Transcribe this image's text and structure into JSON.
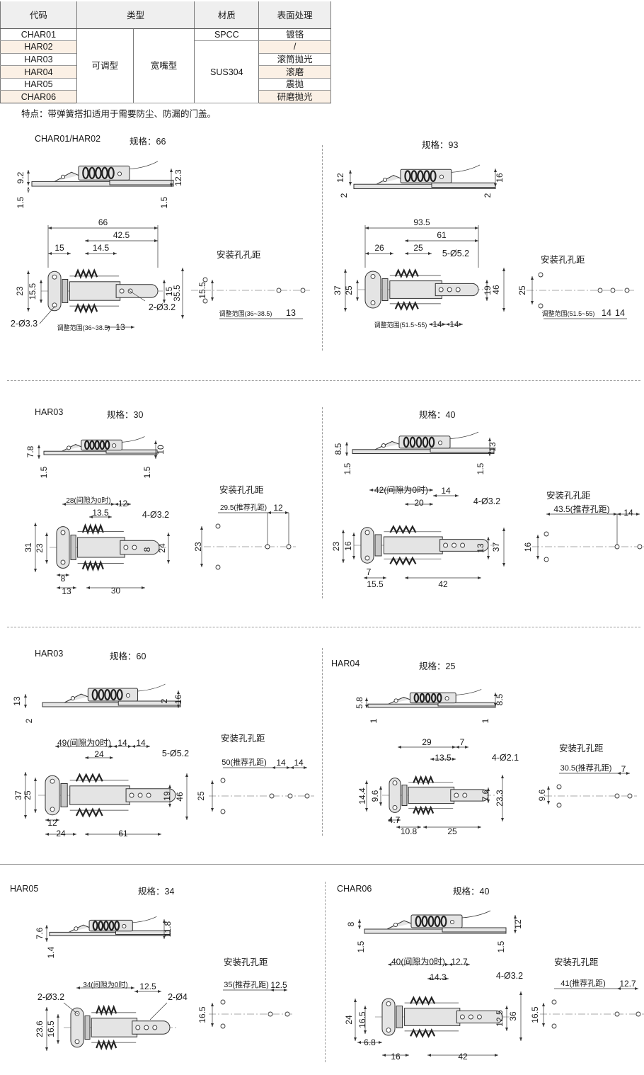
{
  "table": {
    "headers": {
      "code": "代码",
      "type": "类型",
      "material": "材质",
      "surface": "表面处理"
    },
    "type_values": [
      "可调型",
      "宽嘴型"
    ],
    "materials": [
      "SPCC",
      "SUS304"
    ],
    "rows": [
      {
        "code": "CHAR01",
        "surface": "镀铬"
      },
      {
        "code": "HAR02",
        "surface": "/"
      },
      {
        "code": "HAR03",
        "surface": "滚筒抛光"
      },
      {
        "code": "HAR04",
        "surface": "滚磨"
      },
      {
        "code": "HAR05",
        "surface": "震抛"
      },
      {
        "code": "CHAR06",
        "surface": "研磨抛光"
      }
    ]
  },
  "feature_note": "特点：带弹簧搭扣适用于需要防尘、防漏的门盖。",
  "hole_title": "安装孔孔距",
  "sections": [
    {
      "model": "CHAR01/HAR02",
      "spec": "规格：66",
      "side_dims": [
        "9.2",
        "1.5",
        "12.3",
        "1.5"
      ],
      "front_dims": [
        "66",
        "42.5",
        "15",
        "14.5",
        "23",
        "15.5",
        "15",
        "35.5",
        "2-Ø3.2",
        "2-Ø3.3",
        "调整范围(36~38.5)",
        "13"
      ],
      "hole_dims": [
        "15.5",
        "调整范围(36~38.5)",
        "13"
      ]
    },
    {
      "model": "",
      "spec": "规格：93",
      "side_dims": [
        "12",
        "2",
        "16",
        "2"
      ],
      "front_dims": [
        "93.5",
        "61",
        "26",
        "25",
        "5-Ø5.2",
        "37",
        "25",
        "19",
        "46",
        "调整范围(51.5~55)",
        "14",
        "14"
      ],
      "hole_dims": [
        "25",
        "调整范围(51.5~55)",
        "14",
        "14"
      ]
    },
    {
      "model": "HAR03",
      "spec": "规格：30",
      "side_dims": [
        "7.8",
        "1.5",
        "10",
        "1.5"
      ],
      "front_dims": [
        "28(间隙为0时)",
        "12",
        "13.5",
        "4-Ø3.2",
        "31",
        "23",
        "8",
        "24",
        "8",
        "13",
        "30"
      ],
      "hole_dims": [
        "29.5(推荐孔距)",
        "12",
        "23"
      ]
    },
    {
      "model": "",
      "spec": "规格：40",
      "side_dims": [
        "8.5",
        "1.5",
        "13",
        "1.5"
      ],
      "front_dims": [
        "42(间隙为0时)",
        "14",
        "20",
        "4-Ø3.2",
        "23",
        "16",
        "13",
        "37",
        "7",
        "15.5",
        "42"
      ],
      "hole_dims": [
        "43.5(推荐孔距)",
        "14",
        "16"
      ]
    },
    {
      "model": "HAR03",
      "spec": "规格：60",
      "side_dims": [
        "13",
        "2",
        "2",
        "16"
      ],
      "front_dims": [
        "49(间隙为0时)",
        "14",
        "14",
        "24",
        "5-Ø5.2",
        "37",
        "25",
        "19",
        "46",
        "12",
        "24",
        "61"
      ],
      "hole_dims": [
        "50(推荐孔距)",
        "14",
        "14",
        "25"
      ]
    },
    {
      "model": "HAR04",
      "spec": "规格：25",
      "side_dims": [
        "5.8",
        "1",
        "8.5",
        "1"
      ],
      "front_dims": [
        "29",
        "7",
        "13.5",
        "4-Ø2.1",
        "14.4",
        "9.6",
        "7.6",
        "23.3",
        "4.7",
        "10.8",
        "25"
      ],
      "hole_dims": [
        "30.5(推荐孔距)",
        "7",
        "9.6"
      ]
    },
    {
      "model": "HAR05",
      "spec": "规格：34",
      "side_dims": [
        "7.6",
        "1.4",
        "11.8"
      ],
      "front_dims": [
        "34(间隙为0时)",
        "12.5",
        "2-Ø3.2",
        "2-Ø4",
        "23.6",
        "16.5"
      ],
      "hole_dims": [
        "35(推荐孔距)",
        "12.5",
        "16.5"
      ]
    },
    {
      "model": "CHAR06",
      "spec": "规格：40",
      "side_dims": [
        "8",
        "1.5",
        "12",
        "1.5"
      ],
      "front_dims": [
        "40(间隙为0时)",
        "12.7",
        "14.3",
        "4-Ø3.2",
        "24",
        "16.5",
        "12.5",
        "36",
        "6.8",
        "16",
        "42"
      ],
      "hole_dims": [
        "41(推荐孔距)",
        "12.7",
        "16.5"
      ]
    }
  ]
}
